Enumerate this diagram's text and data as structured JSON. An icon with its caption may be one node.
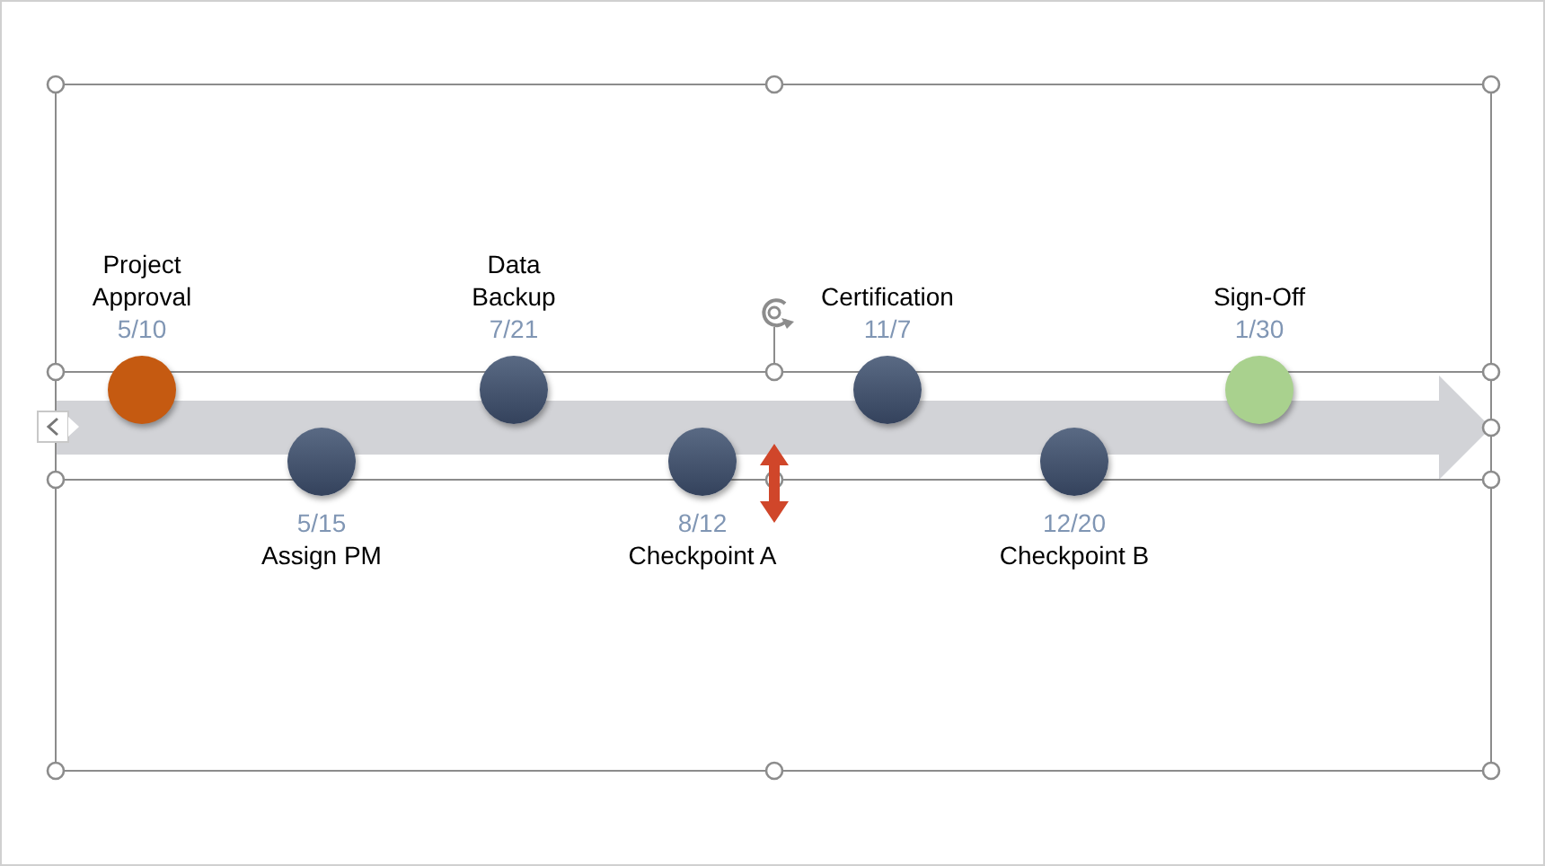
{
  "diagram": {
    "nodes": [
      {
        "text": [
          "Project Approval",
          "5/10"
        ]
      },
      {
        "text": [
          "5/15",
          "Assign PM"
        ]
      },
      {
        "text": [
          "Data Backup",
          "7/21"
        ]
      },
      {
        "text": [
          "8/12",
          "Checkpoint A"
        ]
      },
      {
        "text": [
          "Certification",
          "11/7"
        ]
      },
      {
        "text": [
          "12/20",
          "Checkpoint B"
        ]
      },
      {
        "text": [
          "Sign-Off",
          "1/30"
        ]
      }
    ]
  }
}
